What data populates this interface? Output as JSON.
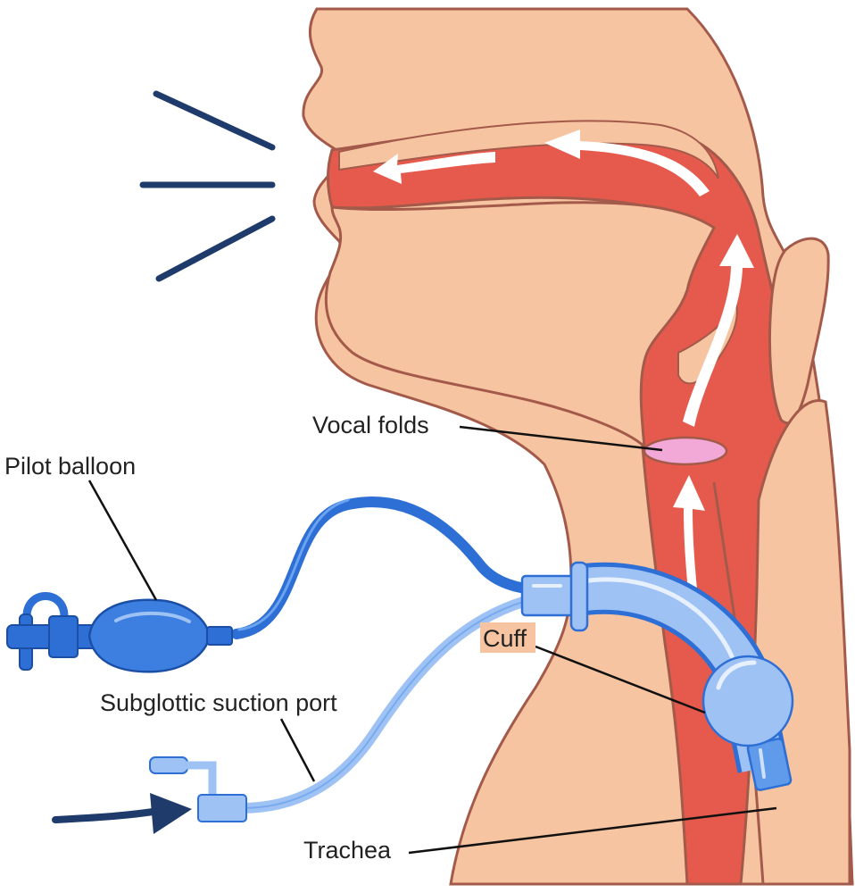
{
  "labels": {
    "vocal_folds": "Vocal folds",
    "pilot_balloon": "Pilot balloon",
    "cuff": "Cuff",
    "subglottic_suction_port": "Subglottic suction port",
    "trachea": "Trachea"
  },
  "colors": {
    "skin": "#f7c4a1",
    "outline": "#a35a4a",
    "airway": "#e55a4c",
    "vocal_folds": "#f2a9d8",
    "tube_dark": "#2e6fd6",
    "tube_light": "#9fc2f5",
    "tube_mid": "#5f9bea",
    "arrow_navy": "#1f3b6b",
    "arrow_white": "#ffffff"
  }
}
